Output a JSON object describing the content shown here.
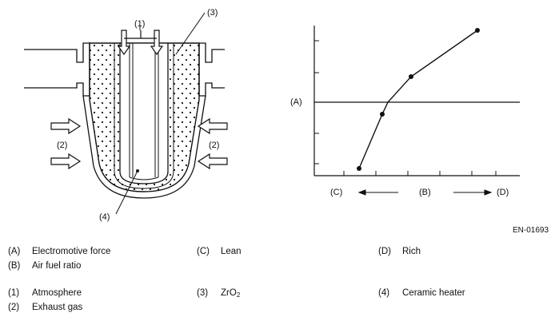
{
  "sensor": {
    "label_1": "(1)",
    "label_2_left": "(2)",
    "label_2_right": "(2)",
    "label_3": "(3)",
    "label_4": "(4)"
  },
  "graph": {
    "label_a": "(A)",
    "label_c": "(C)",
    "label_b": "(B)",
    "label_d": "(D)"
  },
  "figure_code": "EN-01693",
  "legend": {
    "a_key": "(A)",
    "a_text": "Electromotive force",
    "b_key": "(B)",
    "b_text": "Air fuel ratio",
    "c_key": "(C)",
    "c_text": "Lean",
    "d_key": "(D)",
    "d_text": "Rich",
    "k1_key": "(1)",
    "k1_text": "Atmosphere",
    "k2_key": "(2)",
    "k2_text": "Exhaust gas",
    "k3_key": "(3)",
    "k3_text": "ZrO",
    "k3_sub": "2",
    "k4_key": "(4)",
    "k4_text": "Ceramic heater"
  }
}
